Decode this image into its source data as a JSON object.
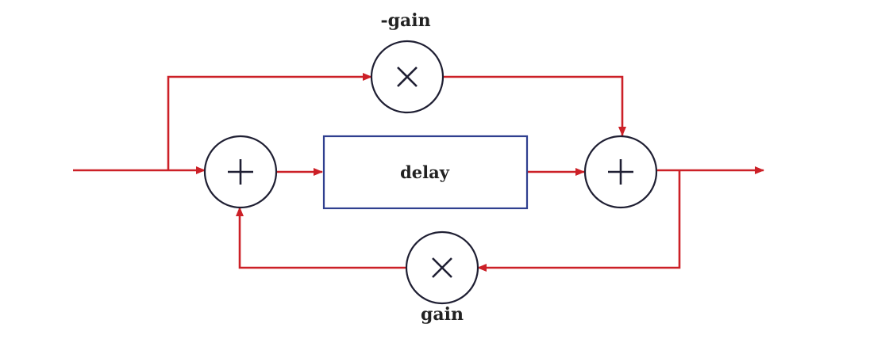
{
  "labels": {
    "top_gain": "-gain",
    "delay": "delay",
    "bottom_gain": "gain"
  },
  "colors": {
    "signal": "#cc2027",
    "node_stroke": "#1f1f33",
    "box_stroke": "#2f3f8f",
    "text": "#222222"
  },
  "icons": {
    "adder": "plus-icon",
    "multiplier": "times-icon",
    "arrowhead": "arrowhead-icon"
  }
}
